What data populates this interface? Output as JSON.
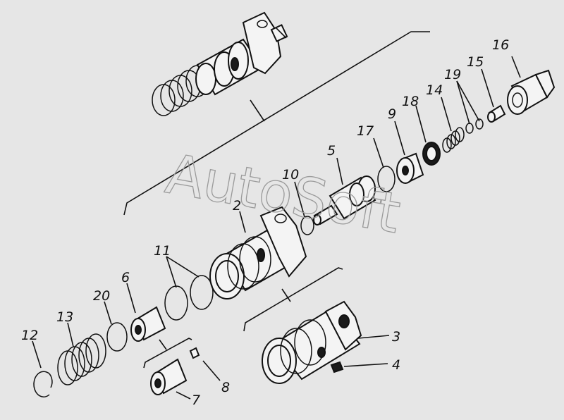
{
  "watermark": "AutoSoft",
  "labels": [
    {
      "id": "1",
      "text": "16"
    },
    {
      "id": "2",
      "text": "15"
    },
    {
      "id": "3",
      "text": "19"
    },
    {
      "id": "4",
      "text": "14"
    },
    {
      "id": "5",
      "text": "18"
    },
    {
      "id": "6",
      "text": "9"
    },
    {
      "id": "7",
      "text": "17"
    },
    {
      "id": "8",
      "text": "5"
    },
    {
      "id": "9",
      "text": "10"
    },
    {
      "id": "10",
      "text": "2"
    },
    {
      "id": "11",
      "text": "11"
    },
    {
      "id": "12",
      "text": "6"
    },
    {
      "id": "13",
      "text": "20"
    },
    {
      "id": "14",
      "text": "13"
    },
    {
      "id": "15",
      "text": "12"
    },
    {
      "id": "16",
      "text": "3"
    },
    {
      "id": "17",
      "text": "4"
    },
    {
      "id": "18",
      "text": "8"
    },
    {
      "id": "19",
      "text": "7"
    }
  ]
}
